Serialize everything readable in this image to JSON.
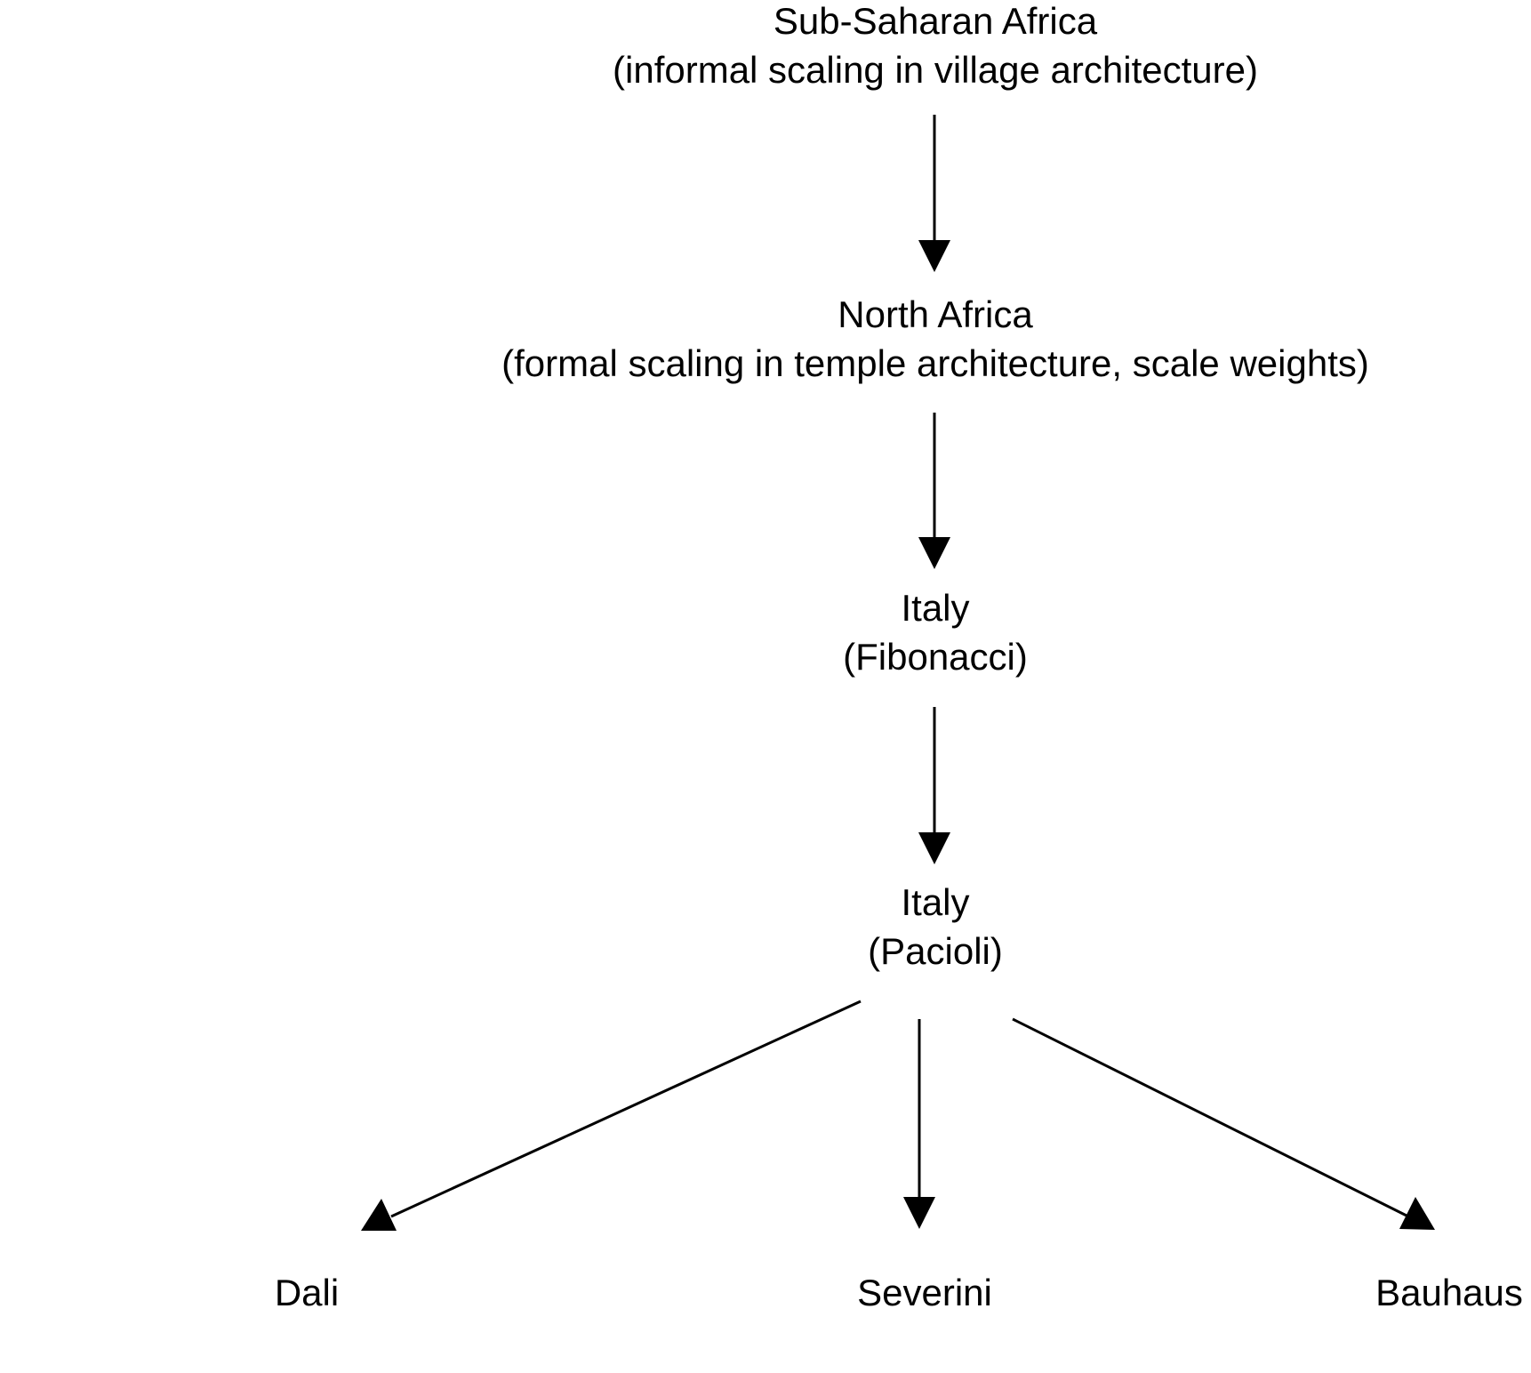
{
  "nodes": {
    "subsahara": {
      "title": "Sub-Saharan Africa",
      "subtitle": "(informal scaling in village architecture)"
    },
    "northafrica": {
      "title": "North Africa",
      "subtitle": "(formal scaling in temple architecture, scale weights)"
    },
    "fibonacci": {
      "title": "Italy",
      "subtitle": "(Fibonacci)"
    },
    "pacioli": {
      "title": "Italy",
      "subtitle": "(Pacioli)"
    },
    "dali": {
      "title": "Dali"
    },
    "severini": {
      "title": "Severini"
    },
    "bauhaus": {
      "title": "Bauhaus"
    }
  },
  "edges": [
    {
      "from": "subsahara",
      "to": "northafrica"
    },
    {
      "from": "northafrica",
      "to": "fibonacci"
    },
    {
      "from": "fibonacci",
      "to": "pacioli"
    },
    {
      "from": "pacioli",
      "to": "dali"
    },
    {
      "from": "pacioli",
      "to": "severini"
    },
    {
      "from": "pacioli",
      "to": "bauhaus"
    }
  ],
  "colors": {
    "line": "#000000",
    "text": "#000000",
    "background": "#ffffff"
  }
}
